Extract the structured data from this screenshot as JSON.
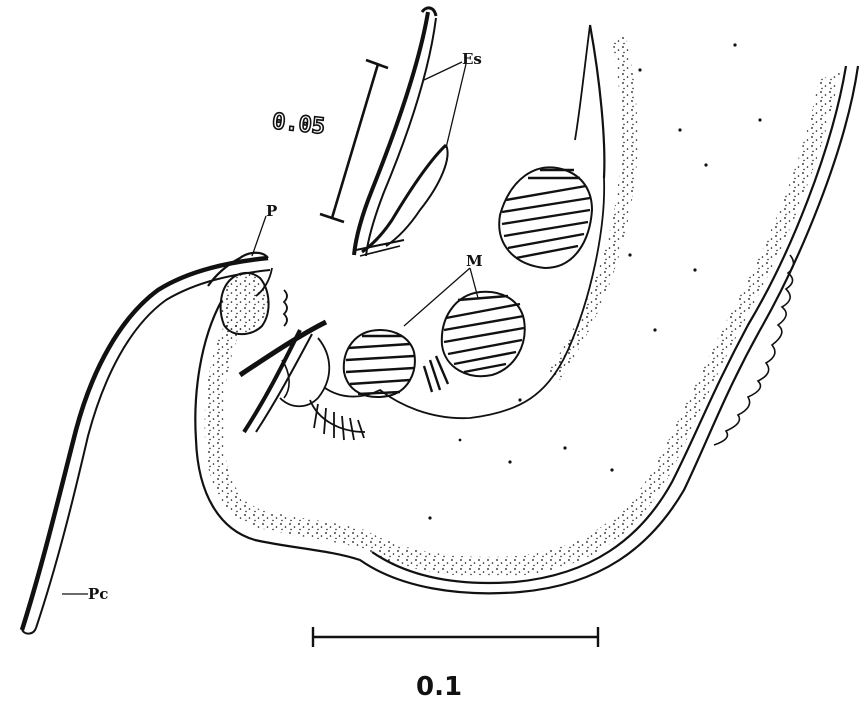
{
  "figure": {
    "labels": {
      "es": "Es",
      "m": "M",
      "p": "P",
      "pc": "Pc"
    },
    "scale_bars": {
      "large": "0.1",
      "small": "0.05"
    },
    "colors": {
      "ink": "#111111",
      "paper": "#ffffff"
    }
  }
}
